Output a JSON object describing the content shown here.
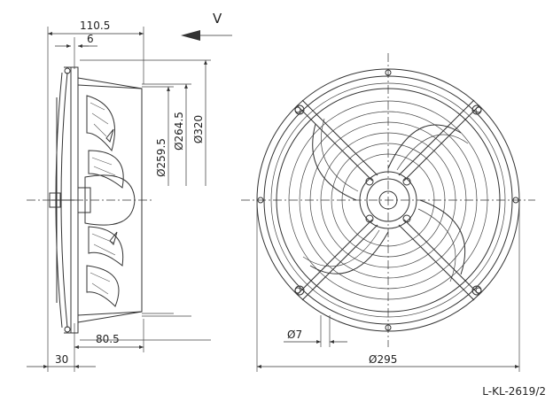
{
  "side_view": {
    "dim_overall_depth": "110.5",
    "dim_flange": "6",
    "dim_body": "80.5",
    "dim_offset": "30",
    "dia_1": "Ø259.5",
    "dia_2": "Ø264.5",
    "dia_3": "Ø320"
  },
  "airflow": {
    "label": "V"
  },
  "front_view": {
    "dia_hole": "Ø7",
    "dia_mount": "Ø295"
  },
  "drawing_code": "L-KL-2619/2"
}
